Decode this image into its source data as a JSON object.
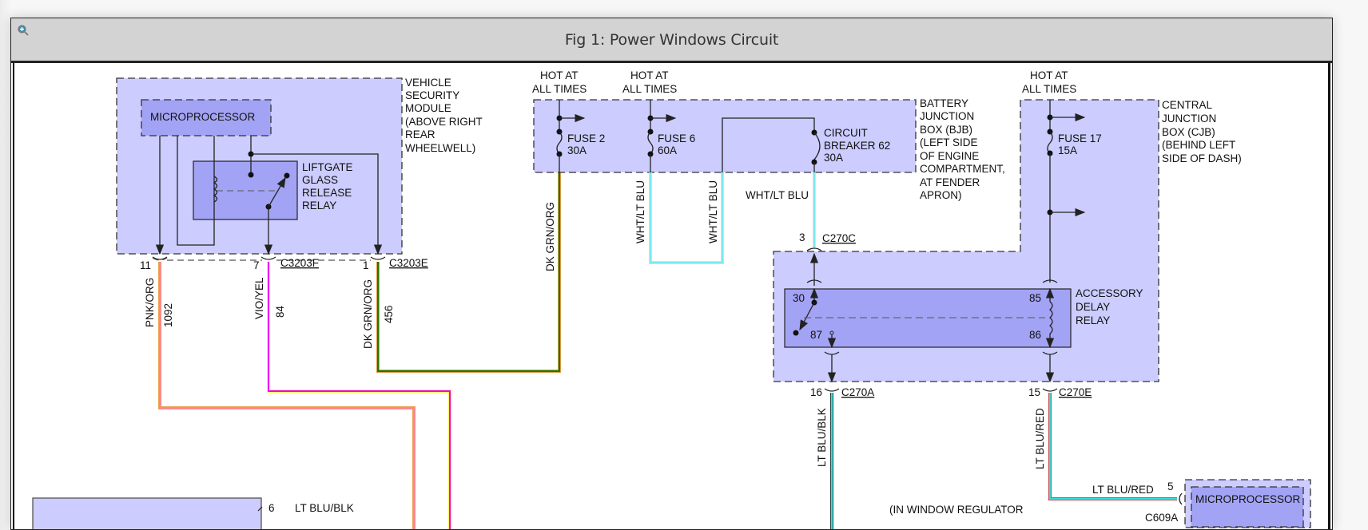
{
  "window": {
    "title": "Fig 1: Power Windows Circuit",
    "zoom_button": "zoom-in-icon"
  },
  "diagram": {
    "colors": {
      "module_fill": "#ccccff",
      "inner_fill": "#a3a3f5",
      "outline": "#333333",
      "pnk": "#ff69b4",
      "org": "#f0a050",
      "vio": "#ee00ee",
      "yel": "#ffff66",
      "dkgrn": "#1a7a00",
      "wht": "#f2f2f2",
      "ltblu": "#33dddd",
      "blk": "#222222",
      "red": "#e03030"
    },
    "vsm": {
      "name_lines": [
        "VEHICLE",
        "SECURITY",
        "MODULE",
        "(ABOVE RIGHT",
        "REAR",
        "WHEELWELL)"
      ],
      "microprocessor": "MICROPROCESSOR",
      "relay_lines": [
        "LIFTGATE",
        "GLASS",
        "RELEASE",
        "RELAY"
      ],
      "pins": [
        {
          "pin": "11",
          "wire": "PNK/ORG",
          "circuit": "1092"
        },
        {
          "pin": "7",
          "wire": "VIO/YEL",
          "circuit": "84",
          "connector": "C3203F"
        },
        {
          "pin": "1",
          "wire": "DK GRN/ORG",
          "circuit": "456",
          "connector": "C3203E"
        }
      ]
    },
    "bjb": {
      "name_lines": [
        "BATTERY",
        "JUNCTION",
        "BOX (BJB)",
        "(LEFT SIDE",
        "OF ENGINE",
        "COMPARTMENT,",
        "AT FENDER",
        "APRON)"
      ],
      "hot1": [
        "HOT AT",
        "ALL TIMES"
      ],
      "hot2": [
        "HOT AT",
        "ALL TIMES"
      ],
      "fuse2": [
        "FUSE 2",
        "30A"
      ],
      "fuse6": [
        "FUSE 6",
        "60A"
      ],
      "breaker": [
        "CIRCUIT",
        "BREAKER 62",
        "30A"
      ],
      "wire_fuse2": "DK GRN/ORG",
      "wire_fuse6": "WHT/LT BLU",
      "wire_loop": "WHT/LT BLU",
      "wire_breaker": "WHT/LT BLU"
    },
    "cjb": {
      "name_lines": [
        "CENTRAL",
        "JUNCTION",
        "BOX (CJB)",
        "(BEHIND LEFT",
        "SIDE OF DASH)"
      ],
      "hot": [
        "HOT AT",
        "ALL TIMES"
      ],
      "fuse17": [
        "FUSE 17",
        "15A"
      ],
      "c270c_pin": "3",
      "c270c": "C270C",
      "relay_lines": [
        "ACCESSORY",
        "DELAY",
        "RELAY"
      ],
      "relay_pins": {
        "p30": "30",
        "p87": "87",
        "p85": "85",
        "p86": "86"
      },
      "c270a_pin": "16",
      "c270a": "C270A",
      "c270e_pin": "15",
      "c270e": "C270E",
      "wire_a": "LT BLU/BLK",
      "wire_e": "LT BLU/RED"
    },
    "bottom": {
      "left_pin": "6",
      "left_wire": "LT BLU/BLK",
      "note": "(IN WINDOW REGULATOR",
      "right_wire": "LT BLU/RED",
      "right_pin": "5",
      "right_connector": "C609A",
      "microprocessor": "MICROPROCESSOR"
    }
  }
}
